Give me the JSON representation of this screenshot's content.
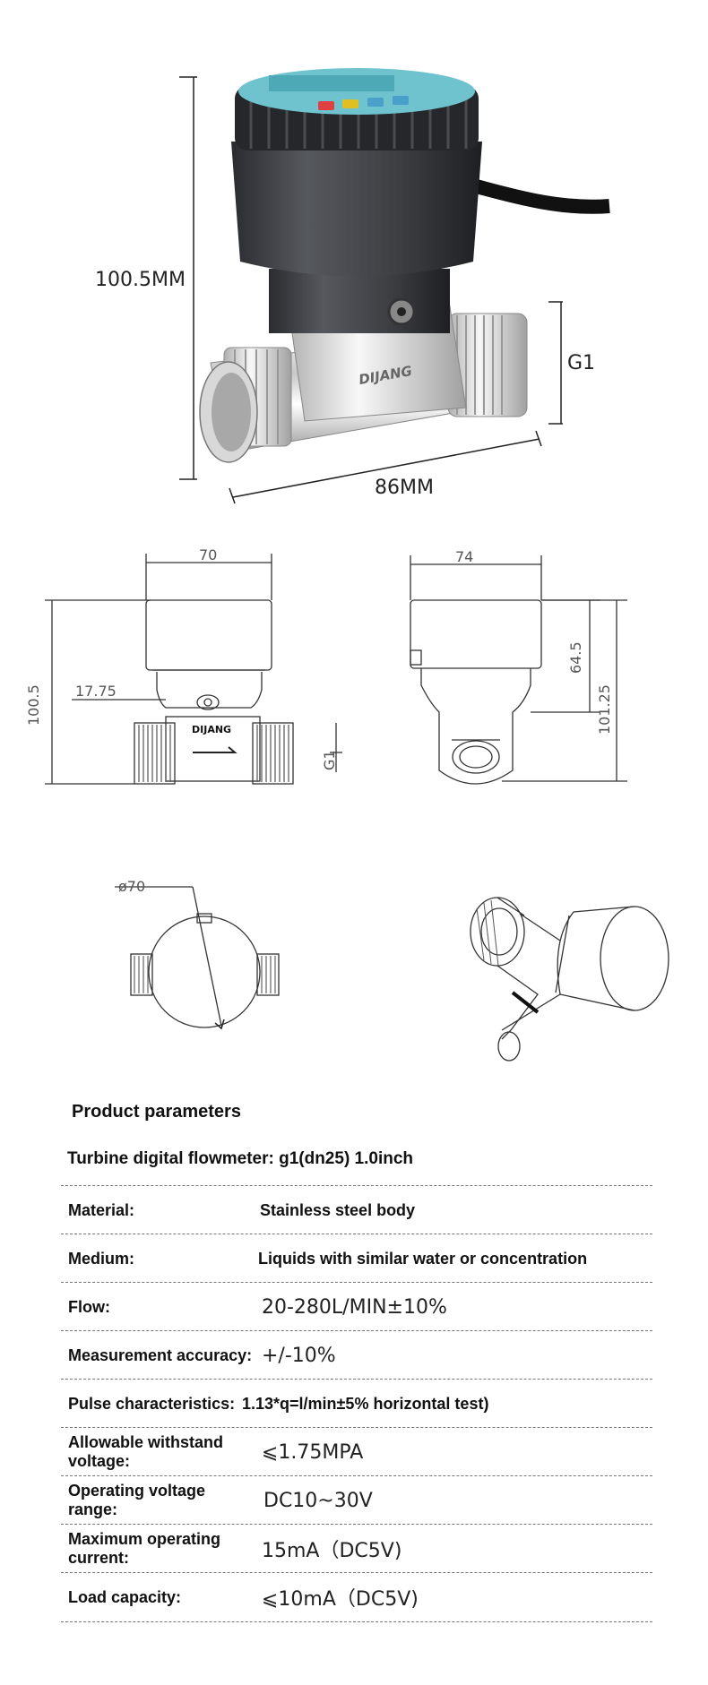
{
  "photo": {
    "height_label": "100.5MM",
    "thread_label": "G1",
    "length_label": "86MM",
    "brand_text": "DIJANG"
  },
  "front_view": {
    "width_label": "70",
    "height_label": "100.5",
    "offset_label": "17.75",
    "thread_label": "G1",
    "brand_text": "DIJANG"
  },
  "side_view": {
    "width_label": "74",
    "inner_height_label": "64.5",
    "total_height_label": "101.25"
  },
  "top_view": {
    "diameter_label": "ø70"
  },
  "parameters": {
    "heading": "Product parameters",
    "title": "Turbine digital flowmeter: g1(dn25) 1.0inch",
    "rows": [
      {
        "label": "Material:",
        "value": "Stainless steel body"
      },
      {
        "label": "Medium:",
        "value": "Liquids with similar water or concentration"
      },
      {
        "label": "Flow:",
        "value": "20-280L/MIN±10%"
      },
      {
        "label": "Measurement accuracy:",
        "value": "+/-10%"
      },
      {
        "label": "Pulse characteristics:",
        "value": "1.13*q=l/min±5% horizontal test)"
      },
      {
        "label": "Allowable withstand voltage:",
        "value": "⩽1.75MPA"
      },
      {
        "label": "Operating voltage range:",
        "value": "DC10~30V"
      },
      {
        "label": "Maximum operating current:",
        "value": "15mA（DC5V)"
      },
      {
        "label": "Load capacity:",
        "value": "⩽10mA（DC5V)"
      }
    ]
  }
}
